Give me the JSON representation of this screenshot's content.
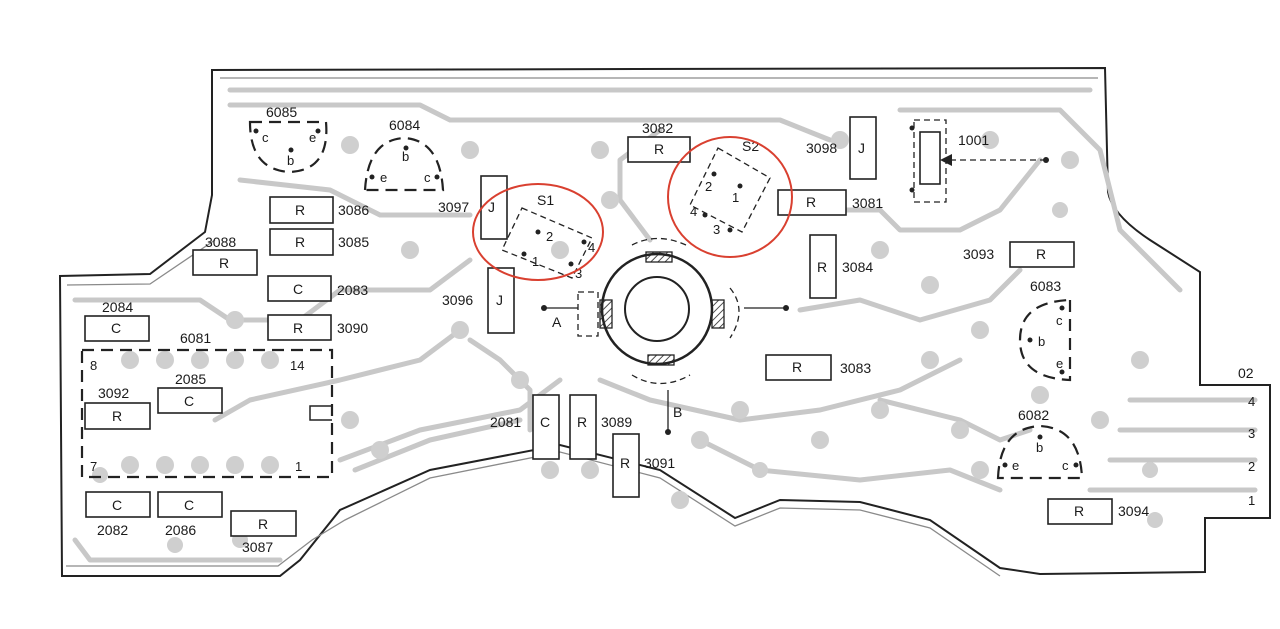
{
  "board": {
    "components": [
      {
        "id": "3082",
        "kind": "R"
      },
      {
        "id": "3098",
        "kind": "J"
      },
      {
        "id": "3081",
        "kind": "R"
      },
      {
        "id": "3084",
        "kind": "R"
      },
      {
        "id": "3083",
        "kind": "R"
      },
      {
        "id": "3093",
        "kind": "R"
      },
      {
        "id": "3086",
        "kind": "R"
      },
      {
        "id": "3085",
        "kind": "R"
      },
      {
        "id": "2083",
        "kind": "C"
      },
      {
        "id": "3090",
        "kind": "R"
      },
      {
        "id": "3088",
        "kind": "R"
      },
      {
        "id": "2084",
        "kind": "C"
      },
      {
        "id": "3097",
        "kind": "J"
      },
      {
        "id": "3096",
        "kind": "J"
      },
      {
        "id": "2081",
        "kind": "C"
      },
      {
        "id": "3089",
        "kind": "R"
      },
      {
        "id": "3091",
        "kind": "R"
      },
      {
        "id": "3092",
        "kind": "R"
      },
      {
        "id": "2085",
        "kind": "C"
      },
      {
        "id": "2082",
        "kind": "C"
      },
      {
        "id": "2086",
        "kind": "C"
      },
      {
        "id": "3087",
        "kind": "R"
      },
      {
        "id": "3094",
        "kind": "R"
      }
    ],
    "transistors": [
      {
        "id": "6085",
        "pins": [
          "c",
          "b",
          "e"
        ]
      },
      {
        "id": "6084",
        "pins": [
          "b",
          "e",
          "c"
        ]
      },
      {
        "id": "6083",
        "pins": [
          "c",
          "b",
          "e"
        ]
      },
      {
        "id": "6082",
        "pins": [
          "b",
          "e",
          "c"
        ]
      }
    ],
    "ic": {
      "id": "6081",
      "pins": [
        "8",
        "14",
        "7",
        "1"
      ]
    },
    "switches": [
      {
        "id": "S1",
        "pins": [
          "2",
          "1",
          "4",
          "3"
        ]
      },
      {
        "id": "S2",
        "pins": [
          "2",
          "1",
          "4",
          "3"
        ]
      }
    ],
    "pot": {
      "id": "1001"
    },
    "points": [
      "A",
      "B"
    ],
    "connector": {
      "id": "02",
      "pins": [
        "4",
        "3",
        "2",
        "1"
      ]
    },
    "highlight_color": "#d94030"
  }
}
